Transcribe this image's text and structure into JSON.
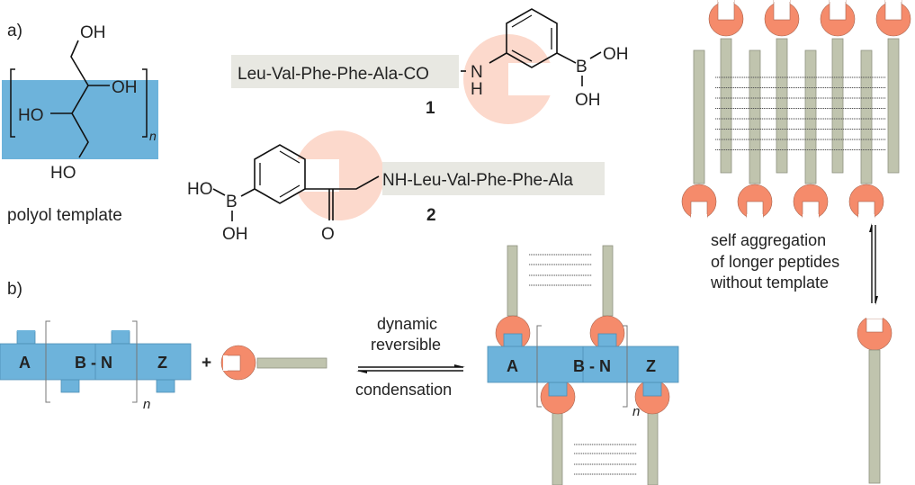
{
  "panels": {
    "a": {
      "label": "a)",
      "polyol": {
        "caption": "polyol template",
        "oh_top": "OH",
        "oh_right": "OH",
        "ho_left": "HO",
        "ho_bottom": "HO",
        "repeat": "n",
        "highlight_color": "#6db3db"
      },
      "compound1": {
        "peptide": "Leu-Val-Phe-Phe-Ala-CO",
        "n_atom": "N",
        "h_atom": "H",
        "b_atom": "B",
        "oh1": "OH",
        "oh2": "OH",
        "number": "1"
      },
      "compound2": {
        "peptide": "NH-Leu-Val-Phe-Phe-Ala",
        "ho": "HO",
        "b_atom": "B",
        "oh": "OH",
        "o_atom": "O",
        "number": "2"
      }
    },
    "b": {
      "label": "b)",
      "template_segments": [
        "A",
        "B - N",
        "Z"
      ],
      "repeat": "n",
      "plus": "+",
      "arrow_label_top": [
        "dynamic",
        "reversible"
      ],
      "arrow_label_bottom": "condensation",
      "product_segments": [
        "A",
        "B - N",
        "Z"
      ],
      "product_repeat": "n"
    },
    "c": {
      "caption": [
        "self aggregation",
        "of longer peptides",
        "without template"
      ]
    }
  },
  "colors": {
    "template_blue": "#6db3db",
    "head_orange": "#f58b6b",
    "rod_grey": "#c0c4ae",
    "peptide_box": "#e8e8e2",
    "head_halo": "#fcd9cc"
  }
}
